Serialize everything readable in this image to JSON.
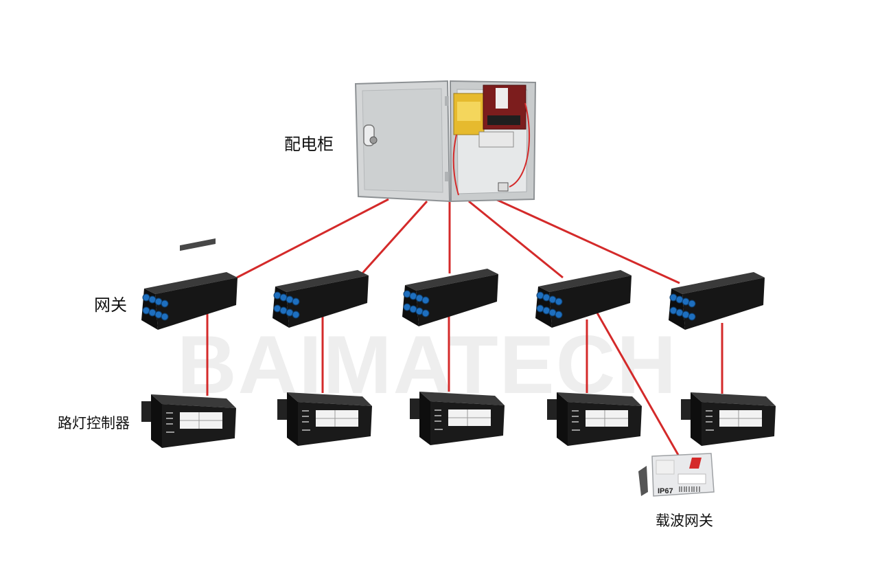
{
  "labels": {
    "cabinet": "配电柜",
    "gateway": "网关",
    "controller": "路灯控制器",
    "carrier_gateway": "载波网关"
  },
  "watermark": "BAIMATECH",
  "badge": {
    "ip_rating": "IP67"
  },
  "colors": {
    "link": "#d42a2a",
    "device_body": "#1c1c1c",
    "port": "#1e6fbf",
    "cabinet": "#d4d6d7"
  },
  "icons": [
    "distribution-cabinet-icon",
    "gateway-device-icon",
    "street-light-controller-icon",
    "carrier-gateway-icon"
  ],
  "gateway_count": 5,
  "controller_count": 5
}
